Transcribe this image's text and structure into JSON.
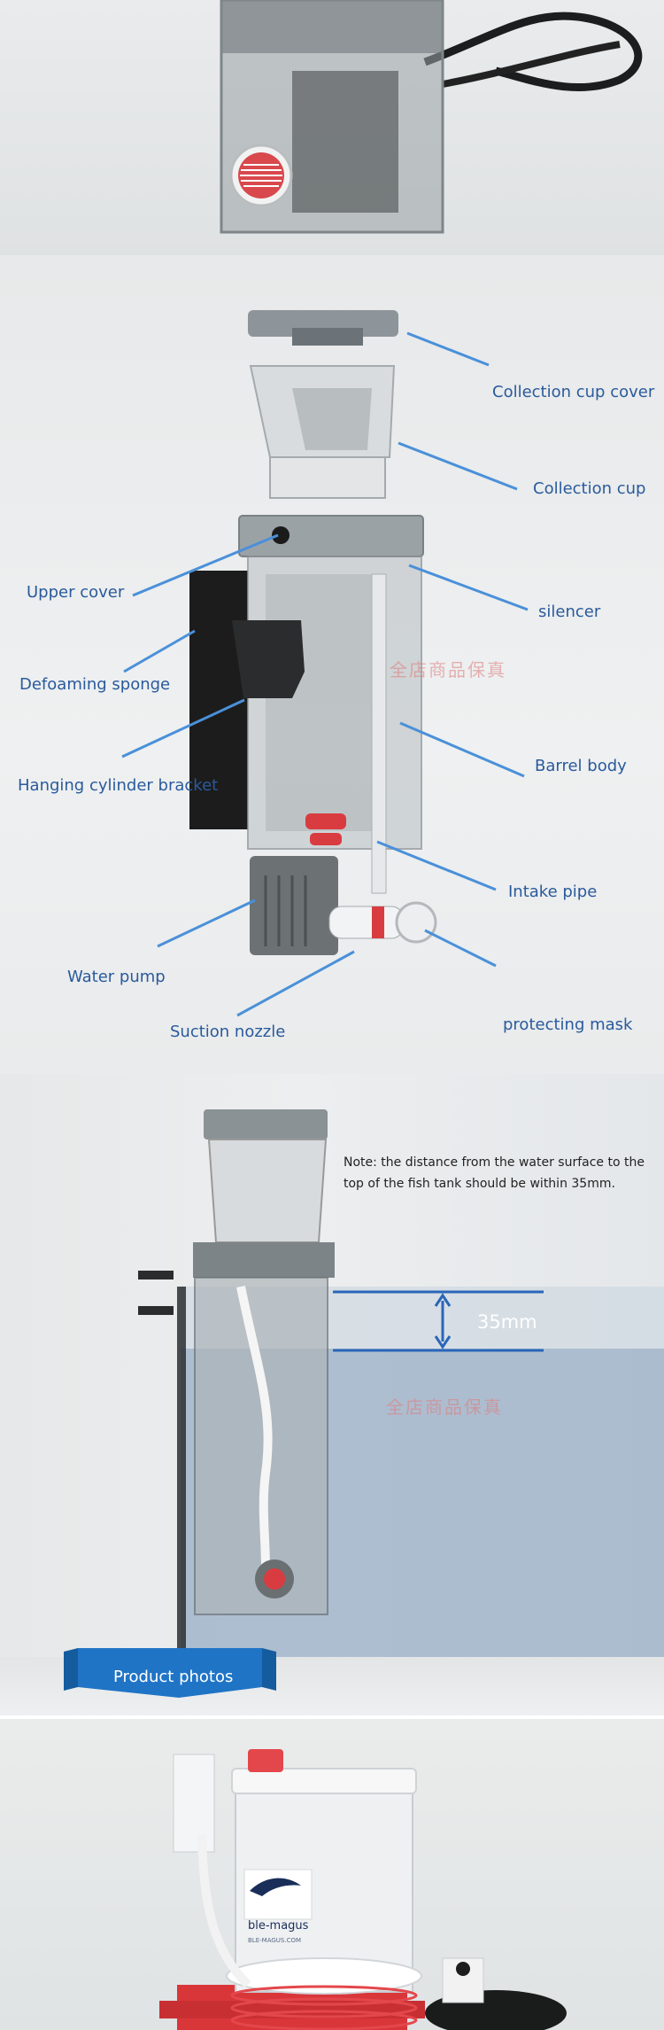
{
  "diagram": {
    "labels": {
      "collection_cup_cover": "Collection cup cover",
      "collection_cup": "Collection cup",
      "upper_cover": "Upper cover",
      "silencer": "silencer",
      "defoaming_sponge": "Defoaming sponge",
      "barrel_body": "Barrel body",
      "hanging_cylinder_bracket": "Hanging cylinder bracket",
      "intake_pipe": "Intake pipe",
      "water_pump": "Water pump",
      "protecting_mask": "protecting mask",
      "suction_nozzle": "Suction nozzle"
    },
    "watermark": "全店商品保真"
  },
  "installation": {
    "note": "Note: the distance from the water surface to the top of the fish tank should be within 35mm.",
    "measurement": "35mm",
    "watermark": "全店商品保真"
  },
  "section_banner": {
    "label": "Product photos"
  },
  "product_photo": {
    "brand": "ble-magus",
    "brand_url": "BLE-MAGUS.COM"
  },
  "colors": {
    "leader_line": "#4a90d9",
    "label_text": "#2a5a9c",
    "banner_blue": "#1f74c6",
    "accent_red": "#d9363a"
  }
}
